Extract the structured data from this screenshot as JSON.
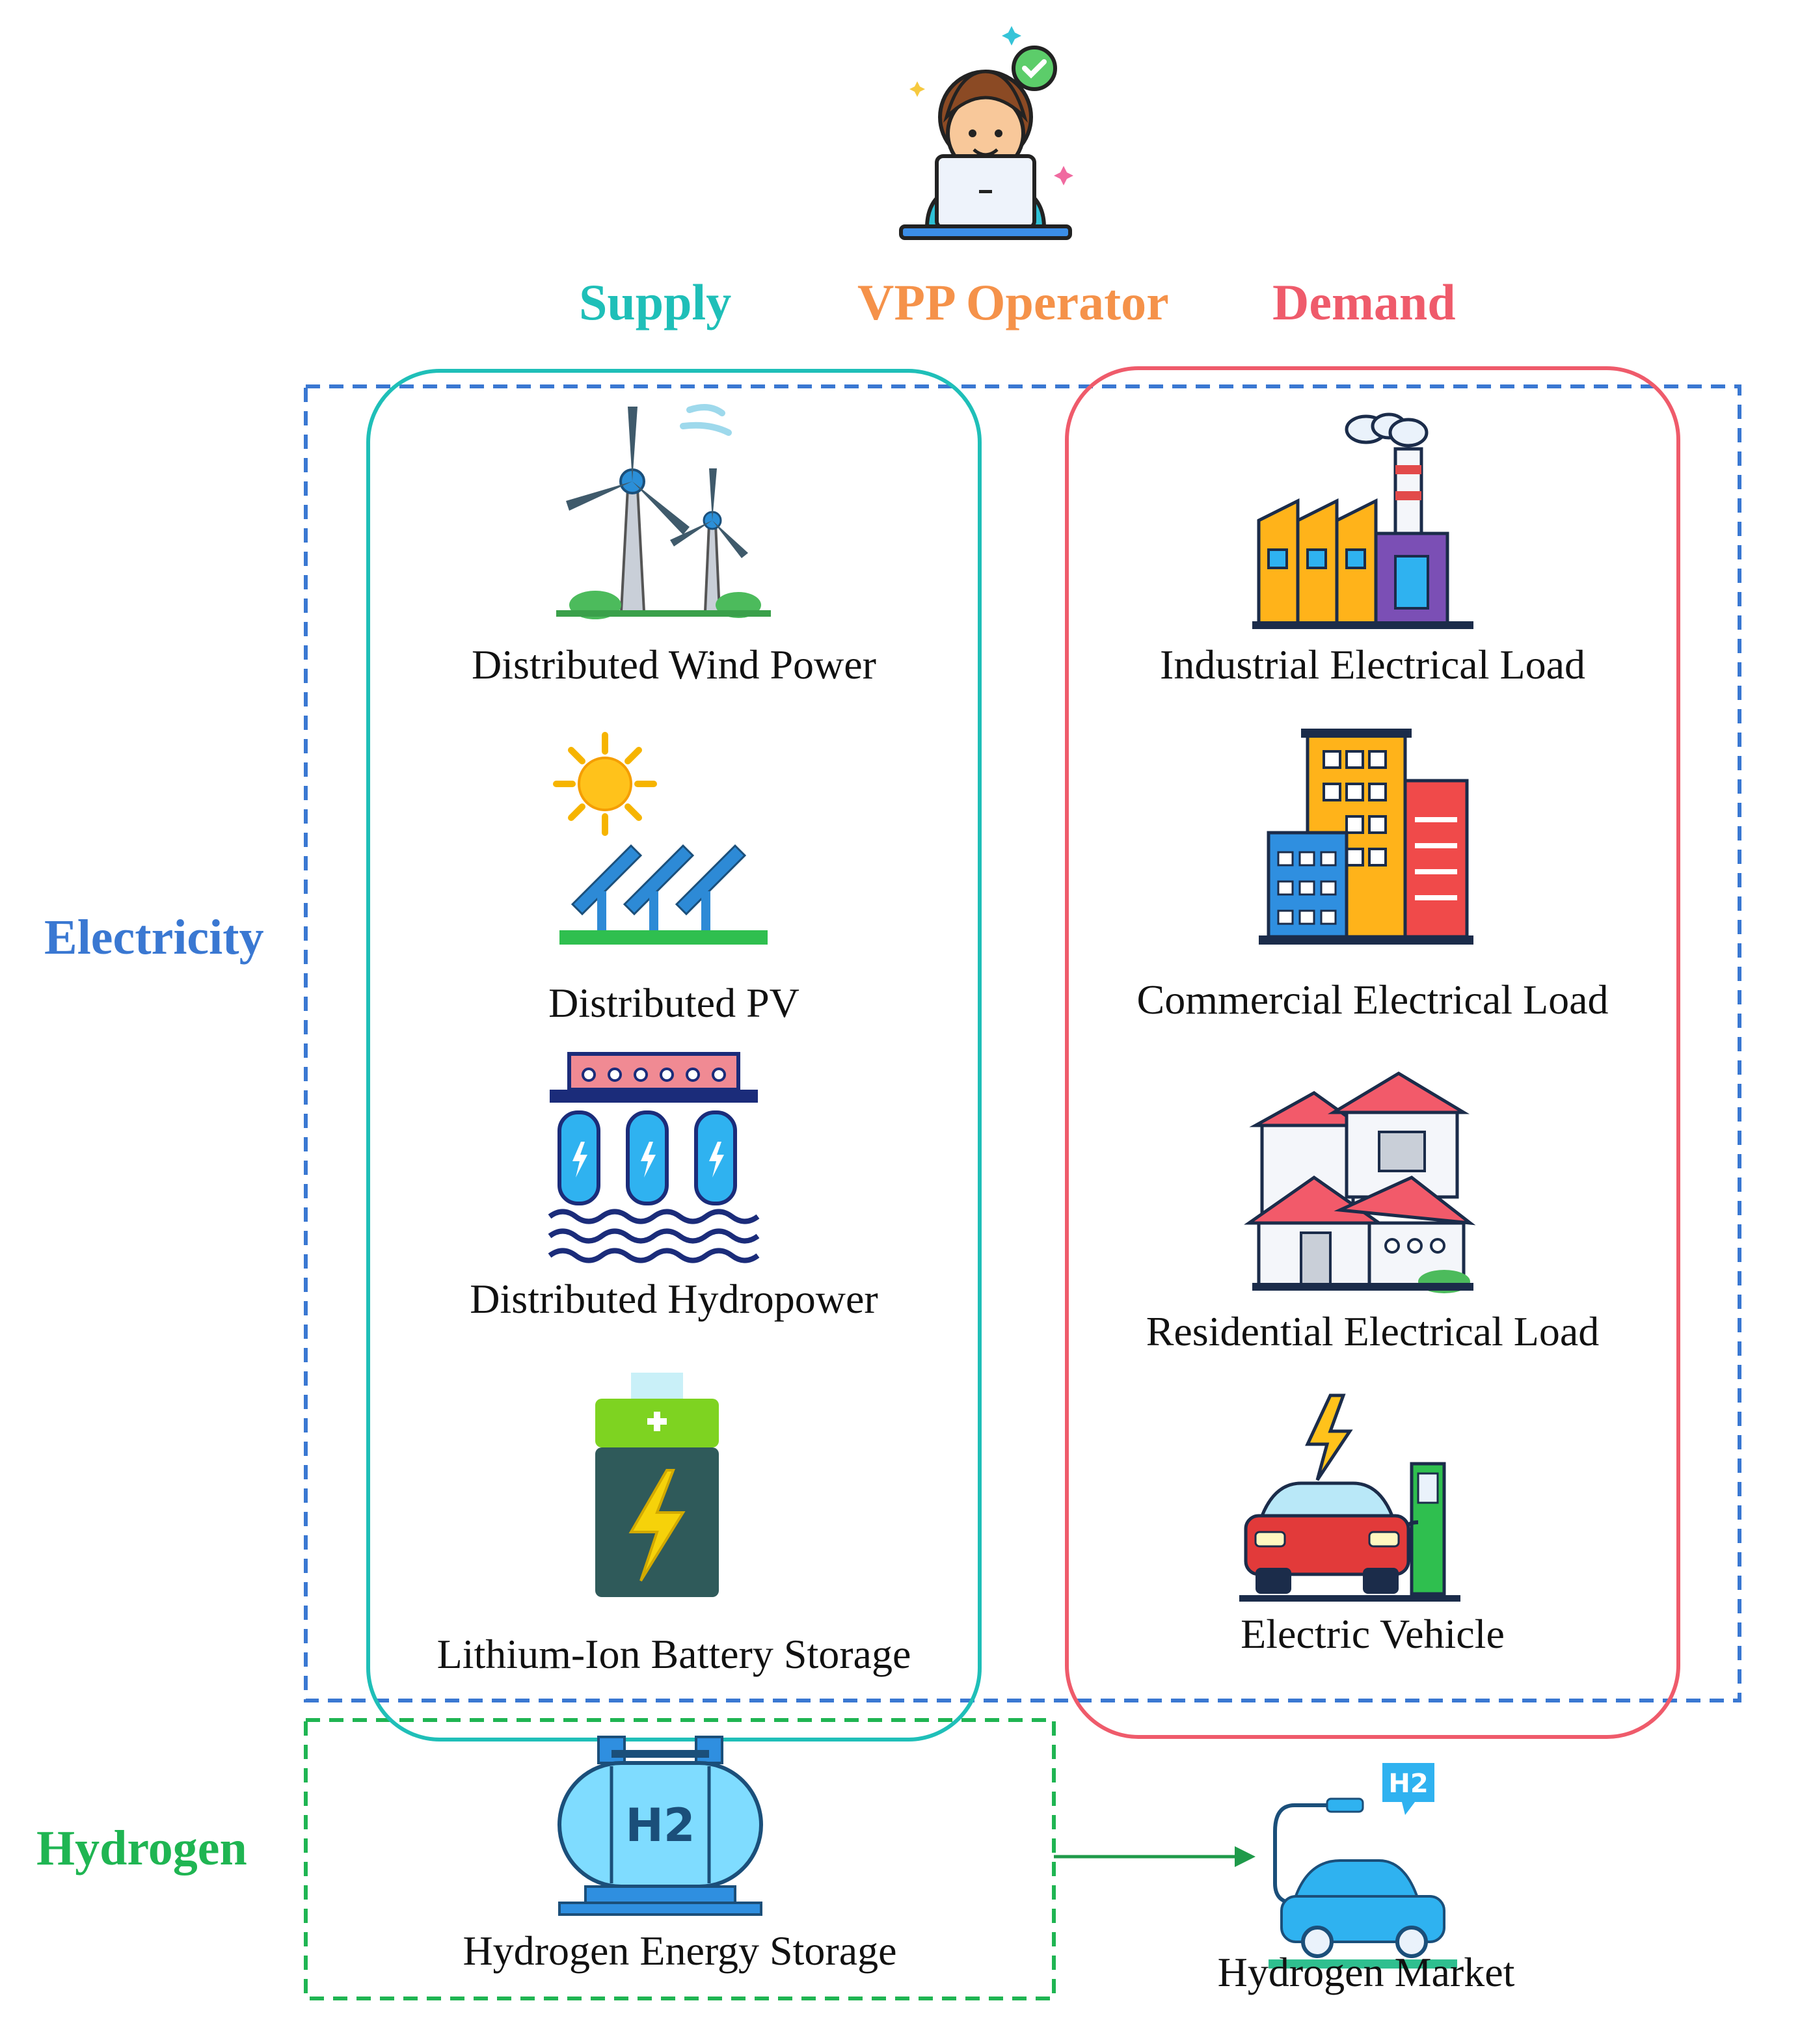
{
  "headers": {
    "supply": "Supply",
    "operator": "VPP Operator",
    "demand": "Demand"
  },
  "side_labels": {
    "electricity": "Electricity",
    "hydrogen": "Hydrogen"
  },
  "supply_items": [
    {
      "label": "Distributed Wind Power",
      "icon": "wind-turbine-icon"
    },
    {
      "label": "Distributed PV",
      "icon": "solar-panel-icon"
    },
    {
      "label": "Distributed Hydropower",
      "icon": "hydropower-dam-icon"
    },
    {
      "label": "Lithium-Ion Battery Storage",
      "icon": "battery-icon"
    }
  ],
  "demand_items": [
    {
      "label": "Industrial Electrical  Load",
      "icon": "factory-icon"
    },
    {
      "label": "Commercial Electrical  Load",
      "icon": "office-buildings-icon"
    },
    {
      "label": "Residential Electrical  Load",
      "icon": "house-icon"
    },
    {
      "label": "Electric  Vehicle",
      "icon": "ev-charging-icon"
    }
  ],
  "hydrogen_items": {
    "storage": {
      "label": "Hydrogen Energy  Storage",
      "icon": "hydrogen-tank-icon",
      "tank_text": "H2"
    },
    "market": {
      "label": "Hydrogen Market",
      "icon": "hydrogen-car-icon",
      "bubble_text": "H2"
    }
  },
  "colors": {
    "supply": "#1fbfb8",
    "operator": "#f5924a",
    "demand": "#ef5b6b",
    "electricity": "#3a78d2",
    "hydrogen": "#1fb552"
  }
}
